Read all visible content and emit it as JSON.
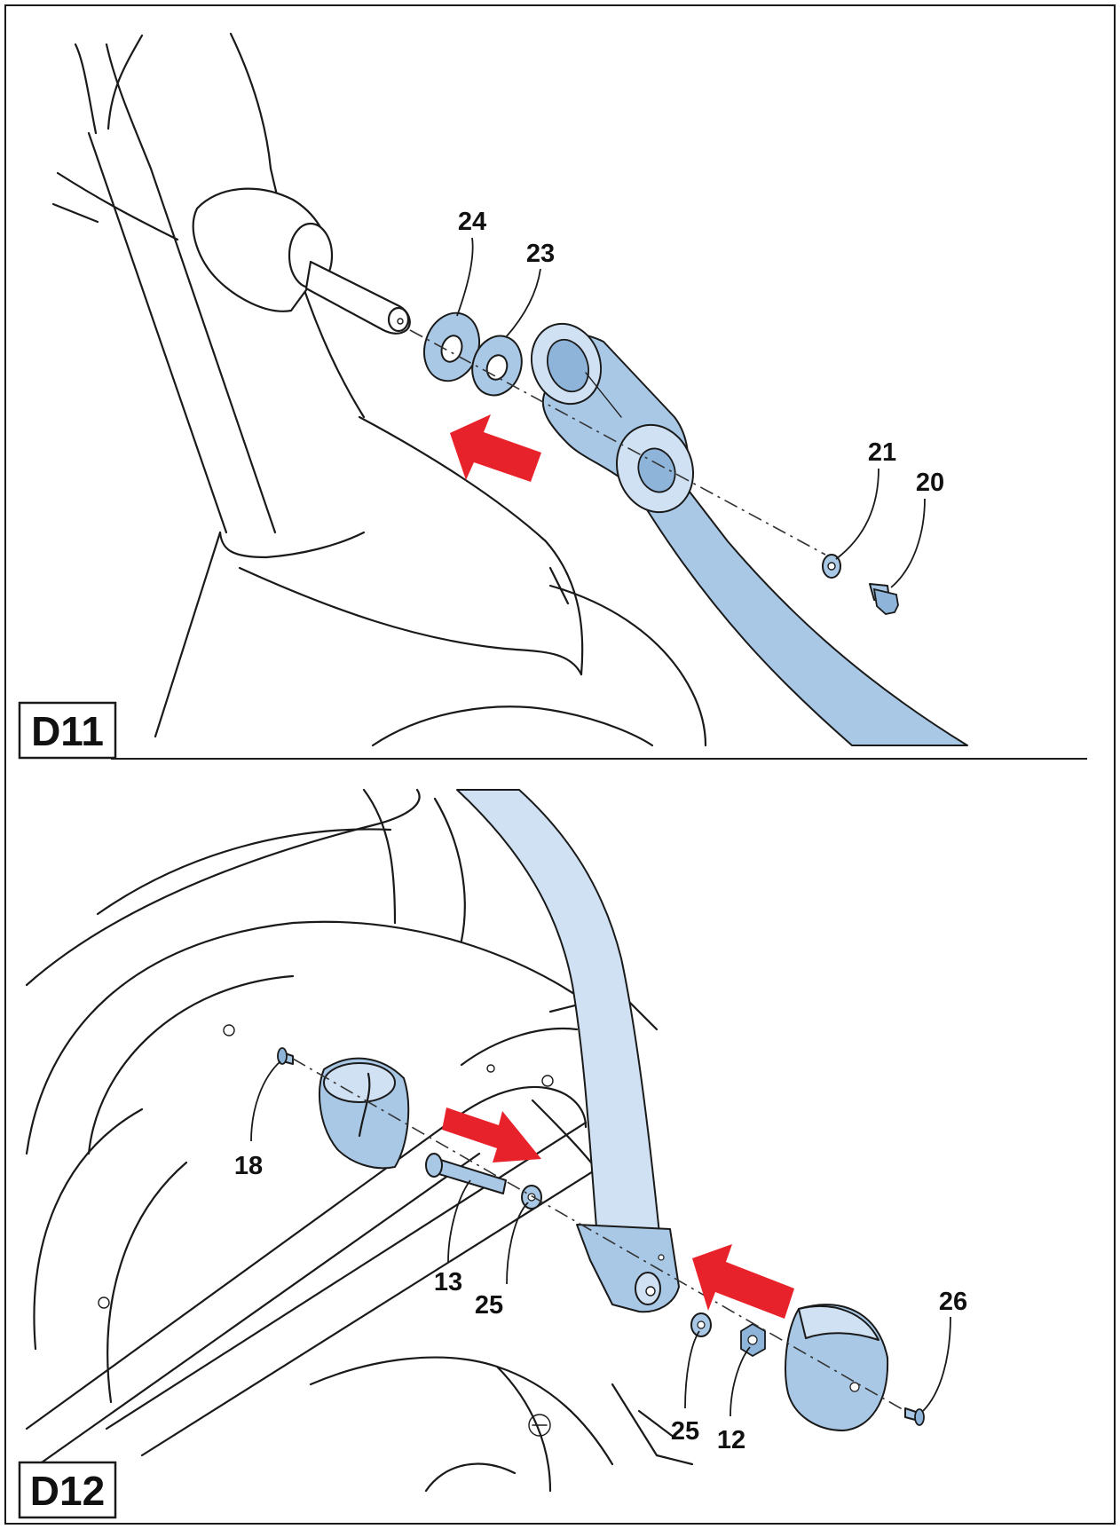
{
  "figures": [
    {
      "id": "D11",
      "label": "D11",
      "callouts": [
        "24",
        "23",
        "21",
        "20"
      ],
      "arrow_color": "#e8222a"
    },
    {
      "id": "D12",
      "label": "D12",
      "callouts": [
        "18",
        "13",
        "25",
        "25",
        "12",
        "26"
      ],
      "arrow_color": "#e8222a"
    }
  ],
  "colors": {
    "part_highlight": "#a9c8e6",
    "part_highlight_light": "#cfe1f3",
    "arrow": "#e8222a",
    "frame": "#1a1a1a"
  }
}
